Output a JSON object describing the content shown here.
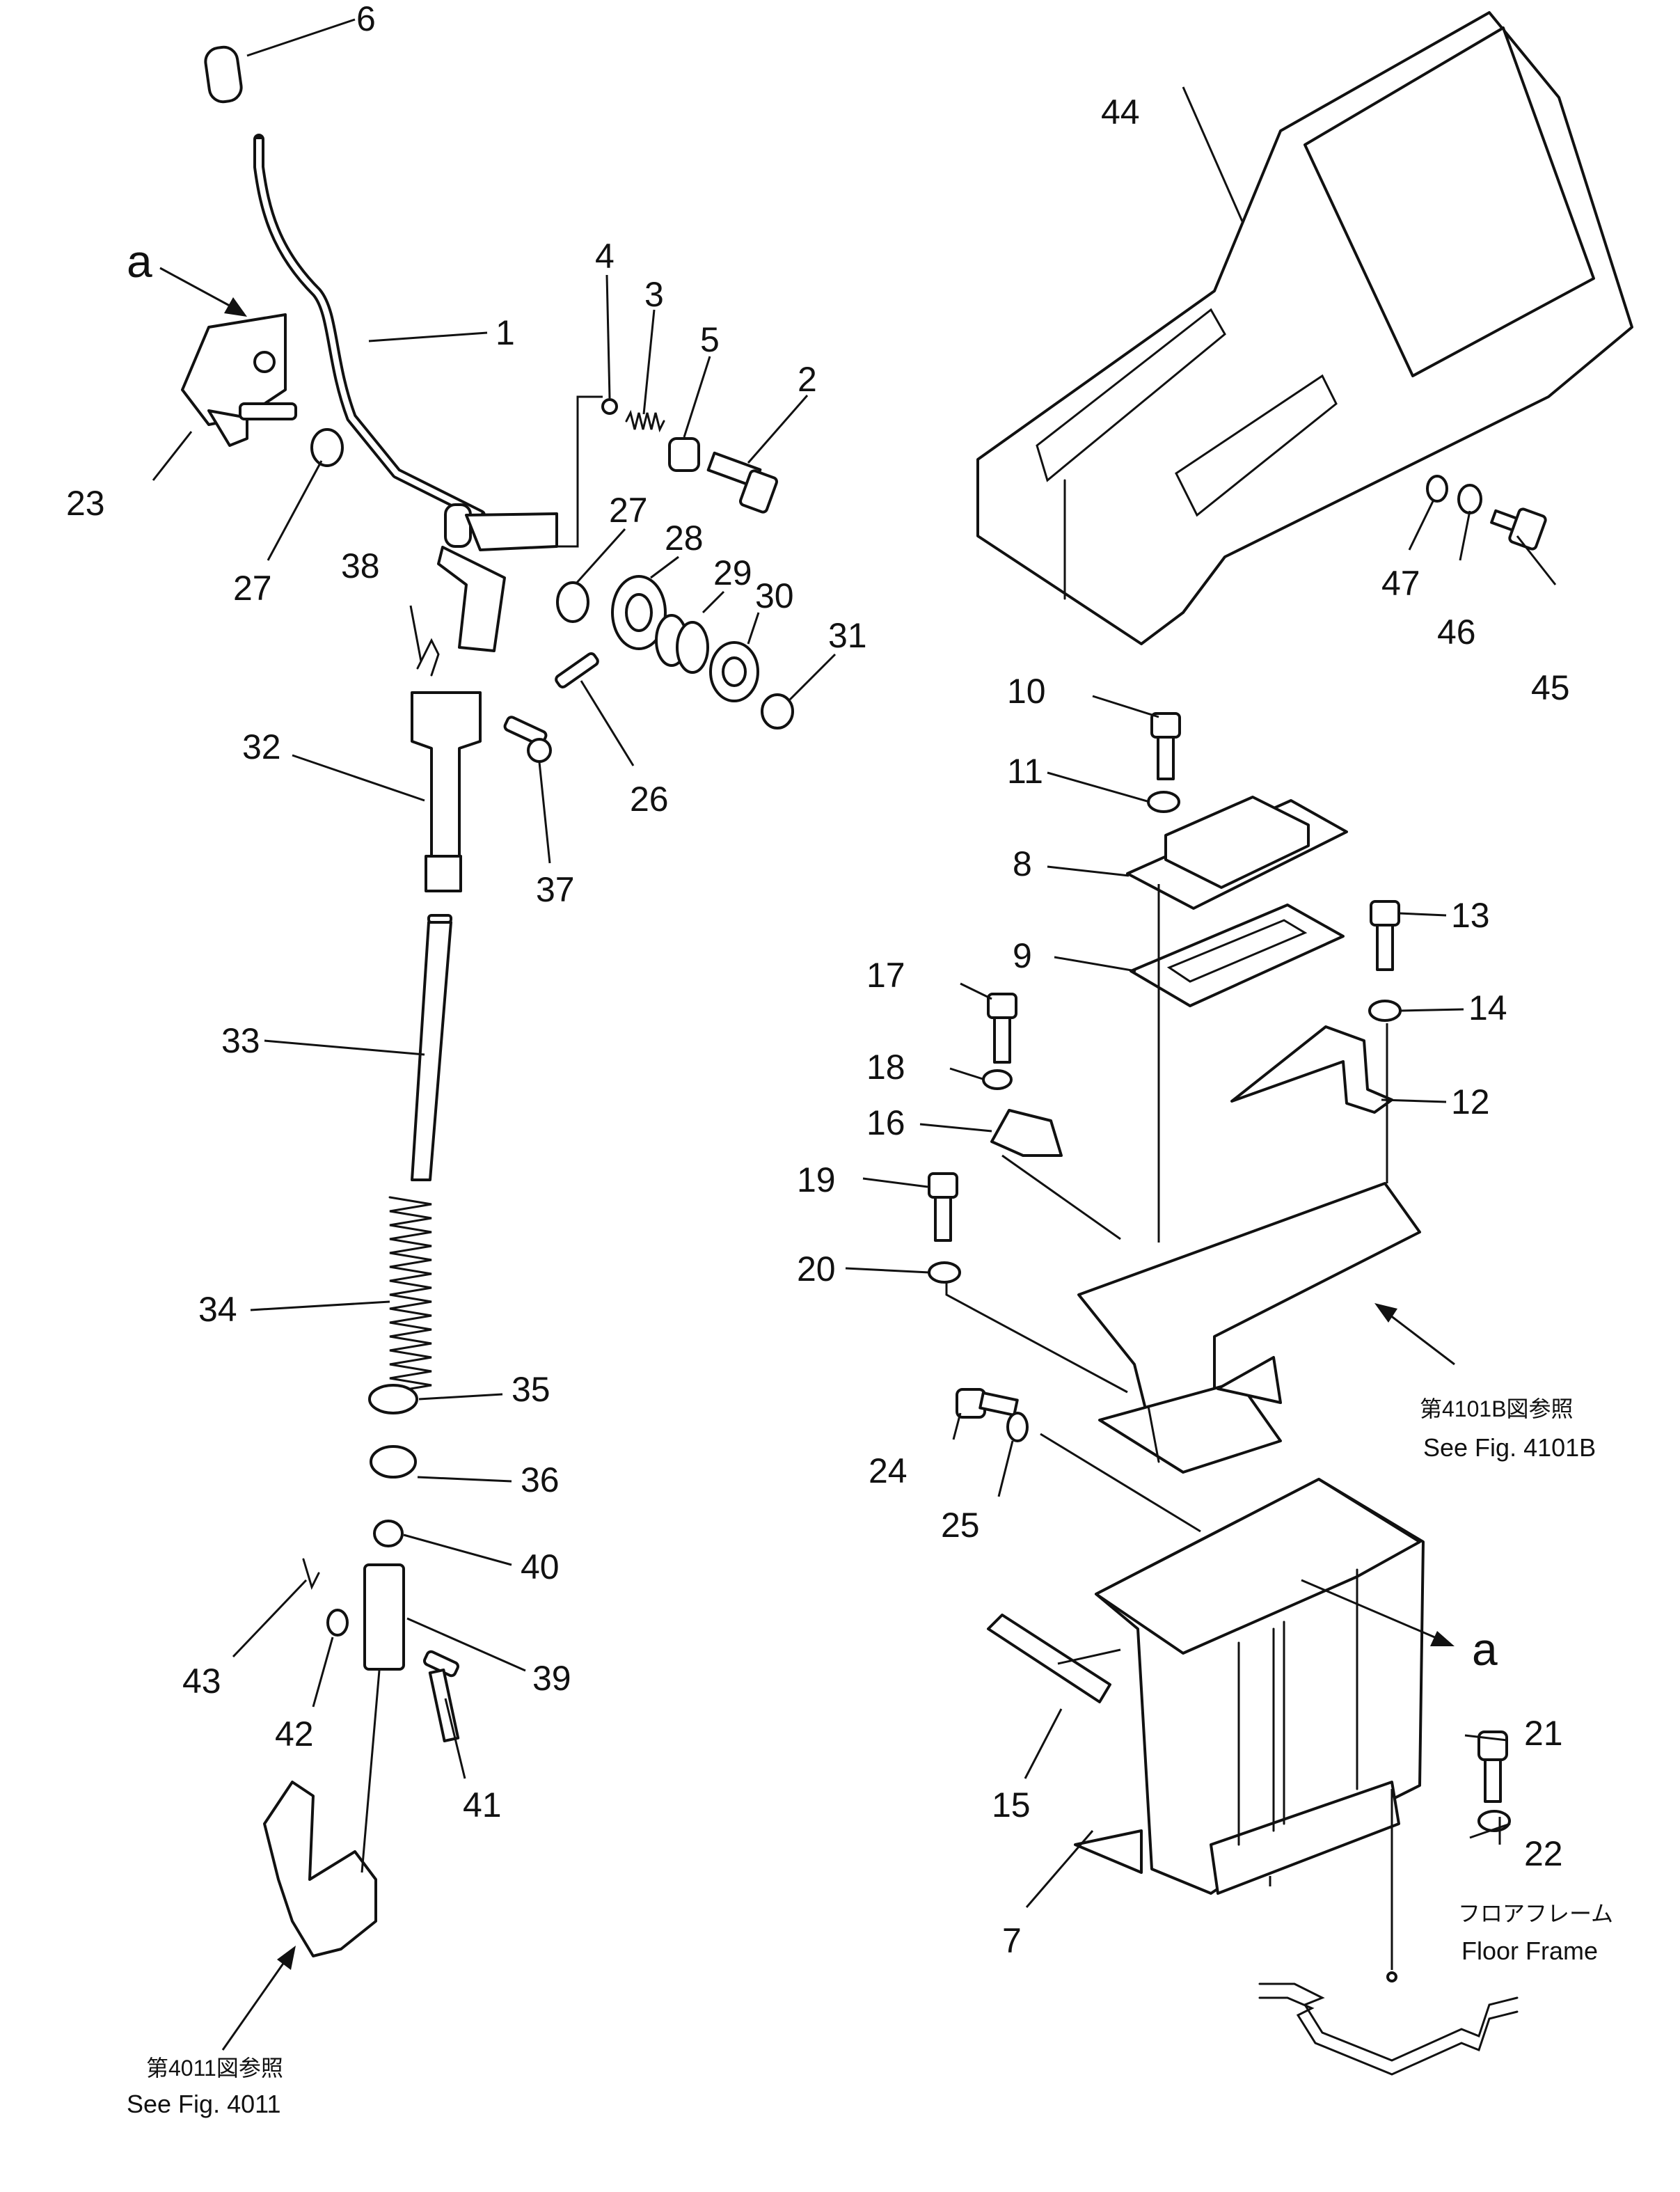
{
  "callouts": [
    {
      "id": "1",
      "label": "1"
    },
    {
      "id": "2",
      "label": "2"
    },
    {
      "id": "3",
      "label": "3"
    },
    {
      "id": "4",
      "label": "4"
    },
    {
      "id": "5",
      "label": "5"
    },
    {
      "id": "6",
      "label": "6"
    },
    {
      "id": "7",
      "label": "7"
    },
    {
      "id": "8",
      "label": "8"
    },
    {
      "id": "9",
      "label": "9"
    },
    {
      "id": "10",
      "label": "10"
    },
    {
      "id": "11",
      "label": "11"
    },
    {
      "id": "12",
      "label": "12"
    },
    {
      "id": "13",
      "label": "13"
    },
    {
      "id": "14",
      "label": "14"
    },
    {
      "id": "15",
      "label": "15"
    },
    {
      "id": "16",
      "label": "16"
    },
    {
      "id": "17",
      "label": "17"
    },
    {
      "id": "18",
      "label": "18"
    },
    {
      "id": "19",
      "label": "19"
    },
    {
      "id": "20",
      "label": "20"
    },
    {
      "id": "21",
      "label": "21"
    },
    {
      "id": "22",
      "label": "22"
    },
    {
      "id": "23",
      "label": "23"
    },
    {
      "id": "24",
      "label": "24"
    },
    {
      "id": "25",
      "label": "25"
    },
    {
      "id": "26",
      "label": "26"
    },
    {
      "id": "27a",
      "label": "27"
    },
    {
      "id": "27b",
      "label": "27"
    },
    {
      "id": "28",
      "label": "28"
    },
    {
      "id": "29",
      "label": "29"
    },
    {
      "id": "30",
      "label": "30"
    },
    {
      "id": "31",
      "label": "31"
    },
    {
      "id": "32",
      "label": "32"
    },
    {
      "id": "33",
      "label": "33"
    },
    {
      "id": "34",
      "label": "34"
    },
    {
      "id": "35",
      "label": "35"
    },
    {
      "id": "36",
      "label": "36"
    },
    {
      "id": "37",
      "label": "37"
    },
    {
      "id": "38",
      "label": "38"
    },
    {
      "id": "39",
      "label": "39"
    },
    {
      "id": "40",
      "label": "40"
    },
    {
      "id": "41",
      "label": "41"
    },
    {
      "id": "42",
      "label": "42"
    },
    {
      "id": "43",
      "label": "43"
    },
    {
      "id": "44",
      "label": "44"
    },
    {
      "id": "45",
      "label": "45"
    },
    {
      "id": "46",
      "label": "46"
    },
    {
      "id": "47",
      "label": "47"
    }
  ],
  "markers": {
    "a_top": "a",
    "a_right": "a"
  },
  "references": {
    "fig4101b_jp": "第4101B図参照",
    "fig4101b_en": "See Fig. 4101B",
    "fig4011_jp": "第4011図参照",
    "fig4011_en": "See Fig. 4011",
    "floor_jp": "フロアフレーム",
    "floor_en": "Floor Frame"
  }
}
